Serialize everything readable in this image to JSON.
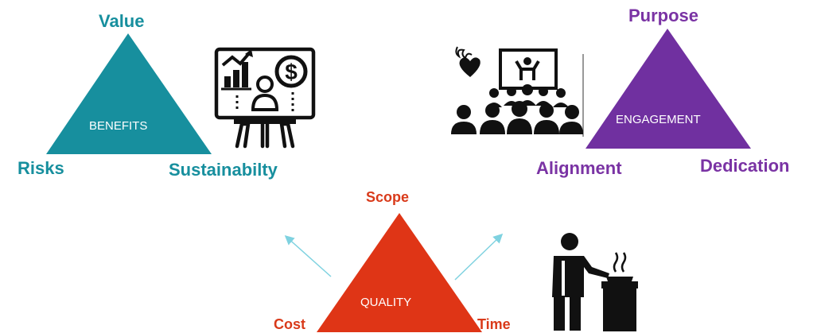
{
  "benefits": {
    "center": "BENEFITS",
    "top": "Value",
    "left": "Risks",
    "right": "Sustainabilty",
    "color": "#178f9e",
    "icon": "presentation-board-chart-dollar-icon"
  },
  "engagement": {
    "center": "ENGAGEMENT",
    "top": "Purpose",
    "left": "Alignment",
    "right": "Dedication",
    "color": "#7030a0",
    "icon": "audience-with-flaming-heart-icon"
  },
  "quality": {
    "center": "QUALITY",
    "top": "Scope",
    "left": "Cost",
    "right": "Time",
    "color": "#df3516",
    "arrow_color": "#7fd2e0",
    "icon": "chef-cooking-icon"
  }
}
